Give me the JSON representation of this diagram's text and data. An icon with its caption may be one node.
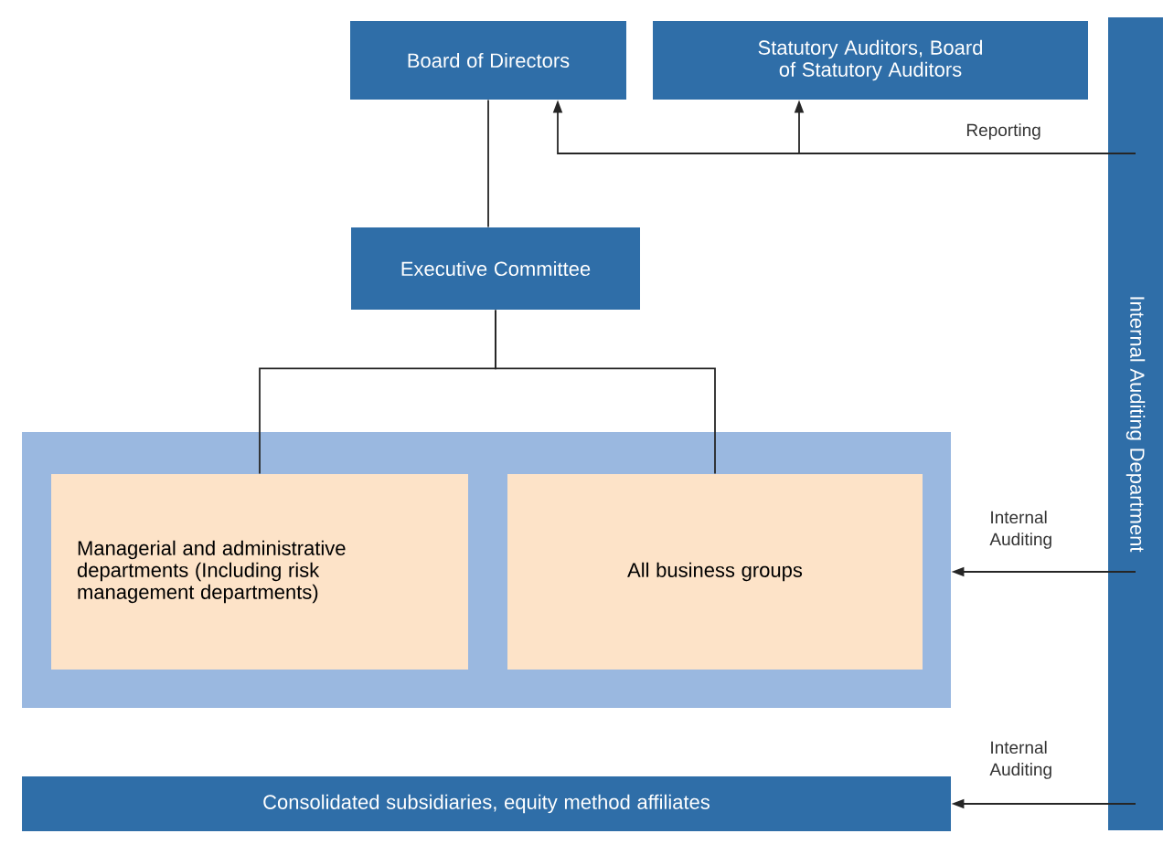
{
  "diagram": {
    "nodes": [
      {
        "text": [
          "Board of Directors"
        ]
      },
      {
        "text": [
          "Statutory Auditors, Board of Statutory Auditors"
        ]
      },
      {
        "text": [
          "Internal Auditing Department"
        ]
      },
      {
        "text": [
          "Executive Committee"
        ]
      },
      {
        "text": [],
        "shape": "box"
      },
      {
        "text": [
          "Managerial and administrative departments (Including risk management departments)"
        ],
        "in": 4
      },
      {
        "text": [
          "All business groups"
        ],
        "in": 4
      },
      {
        "text": [
          "Consolidated subsidiaries, equity method affiliates"
        ]
      }
    ],
    "edges": [
      {
        "from": 0,
        "to": 3,
        "arrow": "none"
      },
      {
        "from": 3,
        "to": 5,
        "arrow": "none"
      },
      {
        "from": 3,
        "to": 6,
        "arrow": "none"
      },
      {
        "from": 2,
        "to": 0,
        "arrow": "to",
        "label": "Reporting"
      },
      {
        "from": 2,
        "to": 1,
        "arrow": "to"
      },
      {
        "from": 2,
        "to": 4,
        "arrow": "to",
        "label": "Internal Auditing"
      },
      {
        "from": 2,
        "to": 7,
        "arrow": "to",
        "label": "Internal Auditing"
      }
    ]
  }
}
